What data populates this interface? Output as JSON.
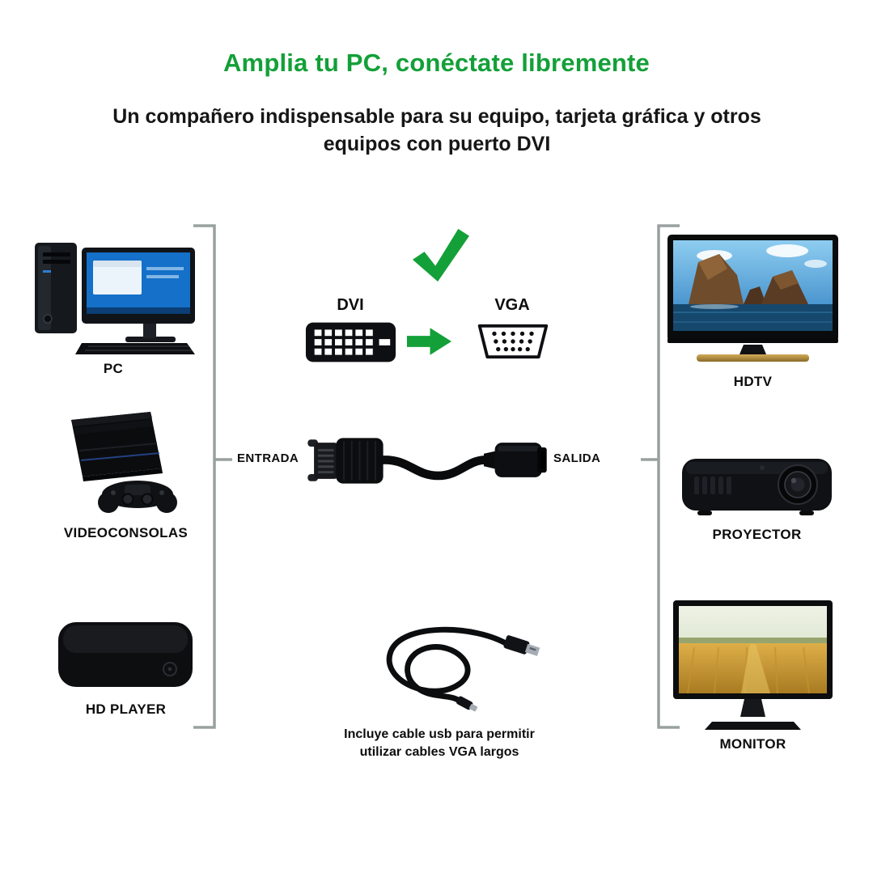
{
  "header": {
    "title": "Amplia tu PC, conéctate libremente",
    "subtitle": "Un compañero indispensable para su equipo, tarjeta gráfica y otros equipos con puerto DVI"
  },
  "left_devices": [
    {
      "label": "PC"
    },
    {
      "label": "VIDEOCONSOLAS"
    },
    {
      "label": "HD PLAYER"
    }
  ],
  "right_devices": [
    {
      "label": "HDTV"
    },
    {
      "label": "PROYECTOR"
    },
    {
      "label": "MONITOR"
    }
  ],
  "converter": {
    "input_connector": "DVI",
    "output_connector": "VGA",
    "input_label": "ENTRADA",
    "output_label": "SALIDA"
  },
  "usb_note": {
    "line1": "Incluye cable usb para permitir",
    "line2": "utilizar cables VGA largos"
  },
  "icons": {
    "check": "check-icon",
    "arrow": "arrow-right-icon",
    "dvi": "dvi-connector-icon",
    "vga": "vga-connector-icon"
  },
  "colors": {
    "accent_green": "#13A038",
    "text": "#0d0d0d",
    "bracket_gray": "#9aa0a0"
  }
}
